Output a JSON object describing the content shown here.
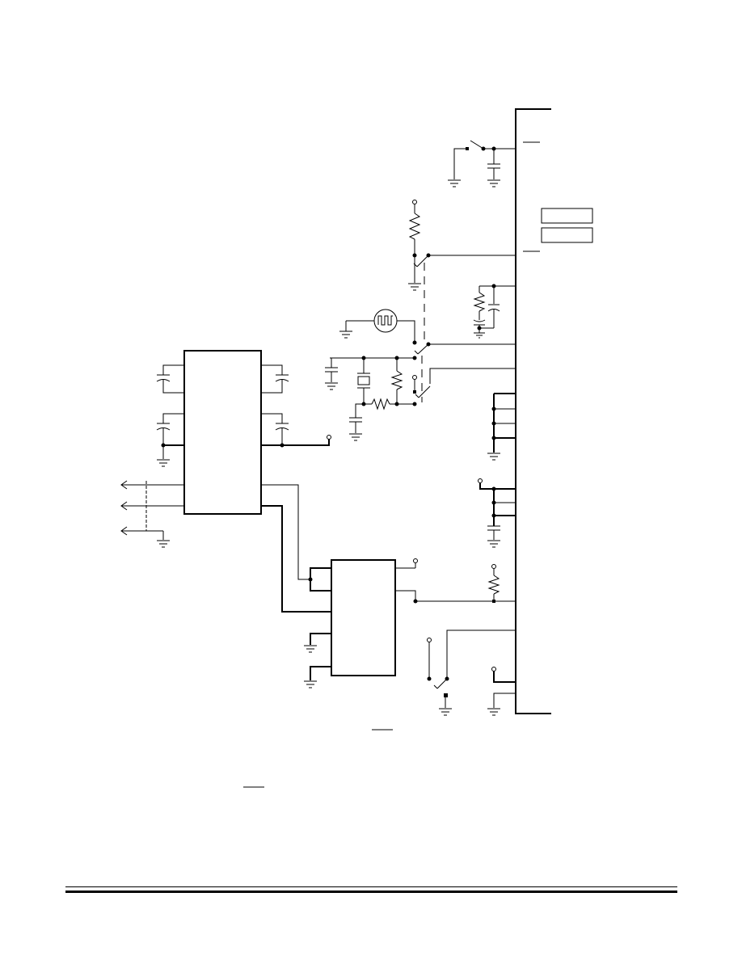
{
  "page": {},
  "colors": {
    "ink": "#000000",
    "paper": "#ffffff"
  },
  "schematic": {
    "components": [
      "microcontroller",
      "interface-ic",
      "eeprom-ic",
      "reset-switch",
      "mode-switch",
      "clock-source-selector-switch",
      "program-switch",
      "crystal",
      "square-wave-generator",
      "resistors",
      "capacitors",
      "ground-symbols",
      "serial-port-connections"
    ]
  }
}
